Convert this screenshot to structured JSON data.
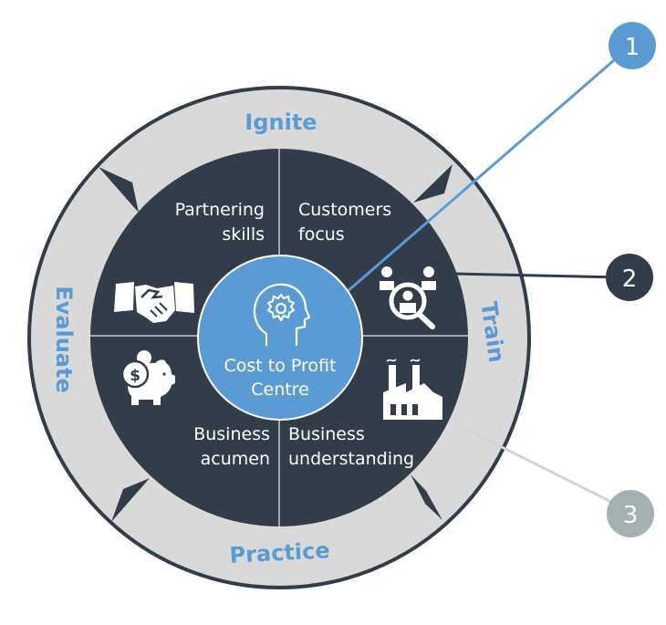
{
  "colors": {
    "ring_fill": "#d9d9d9",
    "ring_border": "#333d4a",
    "dark_fill": "#333d4a",
    "accent_blue": "#5b9bd5",
    "callout_grey": "#a5b0b2",
    "divider": "#c8ccd0",
    "white": "#ffffff"
  },
  "center": {
    "icon": "head-gear-icon",
    "line1": "Cost to Profit",
    "line2": "Centre"
  },
  "ring_stages": [
    {
      "label": "Ignite",
      "position": "top"
    },
    {
      "label": "Train",
      "position": "right"
    },
    {
      "label": "Practice",
      "position": "bottom"
    },
    {
      "label": "Evaluate",
      "position": "left"
    }
  ],
  "quadrants": [
    {
      "line1": "Partnering",
      "line2": "skills",
      "icon": "handshake-icon",
      "position": "top-left"
    },
    {
      "line1": "Customers",
      "line2": "focus",
      "icon": "people-search-icon",
      "position": "top-right"
    },
    {
      "line1": "Business",
      "line2": "understanding",
      "icon": "factory-icon",
      "position": "bottom-right"
    },
    {
      "line1": "Business",
      "line2": "acumen",
      "icon": "piggy-bank-dollar-icon",
      "position": "bottom-left"
    }
  ],
  "callouts": [
    {
      "number": "1",
      "color": "#5b9bd5",
      "points_to": "center"
    },
    {
      "number": "2",
      "color": "#333d4a",
      "points_to": "inner-ring"
    },
    {
      "number": "3",
      "color": "#a5b0b2",
      "points_to": "outer-ring"
    }
  ]
}
